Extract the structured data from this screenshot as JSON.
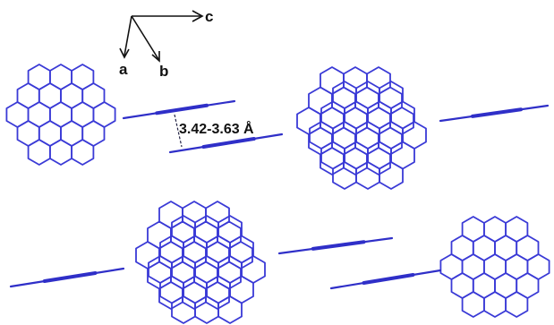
{
  "axes": {
    "a_label": "a",
    "b_label": "b",
    "c_label": "c"
  },
  "annotation": {
    "stacking_distance": "3.42-3.63 Å"
  },
  "colors": {
    "framework": "#3a3ad6",
    "rod": "#2f2fc8",
    "axis": "#111111",
    "dashed_line": "#222244"
  }
}
